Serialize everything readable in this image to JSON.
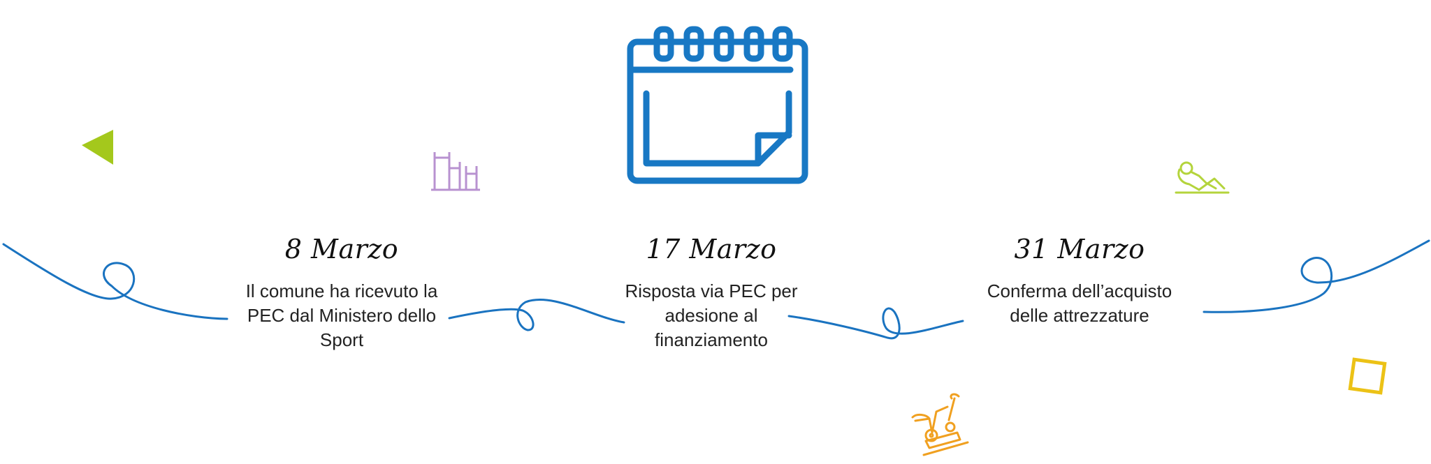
{
  "colors": {
    "line": "#1a73c0",
    "calendar": "#1878c4",
    "triangle": "#a4c81c",
    "square": "#ecc216",
    "bars": "#b892d0",
    "situp": "#b4d43c",
    "bike": "#f0a020",
    "text": "#222222"
  },
  "icons": {
    "calendar": "calendar-icon",
    "triangle": "triangle-shape",
    "square": "square-shape",
    "bars": "parallel-bars-icon",
    "situp": "situp-icon",
    "bike": "exercise-bike-icon"
  },
  "events": [
    {
      "date": "8 Marzo",
      "description": "Il comune ha ricevuto la PEC dal Ministero dello Sport"
    },
    {
      "date": "17 Marzo",
      "description": "Risposta via PEC per adesione al finanziamento"
    },
    {
      "date": "31 Marzo",
      "description": "Conferma dell’acquisto delle attrezzature"
    }
  ]
}
